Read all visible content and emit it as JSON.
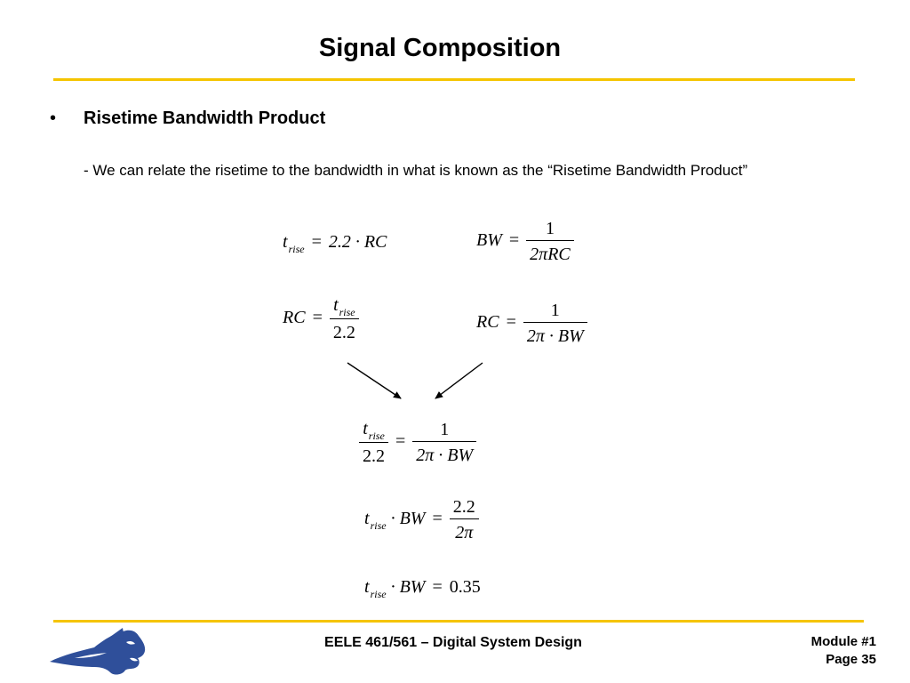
{
  "slide": {
    "title": "Signal Composition",
    "accent_color": "#f5c400"
  },
  "bullet": {
    "marker": "•",
    "heading": "Risetime Bandwidth Product",
    "description": "- We can relate the risetime to the bandwidth in what is known as the “Risetime Bandwidth Product”"
  },
  "equations": {
    "eq1": {
      "lhs_var": "t",
      "lhs_sub": "rise",
      "equals": "=",
      "rhs": "2.2 · RC"
    },
    "eq2": {
      "lhs": "BW",
      "equals": "=",
      "num": "1",
      "den": "2πRC"
    },
    "eq3": {
      "lhs": "RC",
      "equals": "=",
      "num_var": "t",
      "num_sub": "rise",
      "den": "2.2"
    },
    "eq4": {
      "lhs": "RC",
      "equals": "=",
      "num": "1",
      "den": "2π · BW"
    },
    "eq5": {
      "lhs_num_var": "t",
      "lhs_num_sub": "rise",
      "lhs_den": "2.2",
      "equals": "=",
      "rhs_num": "1",
      "rhs_den": "2π · BW"
    },
    "eq6": {
      "lhs_var": "t",
      "lhs_sub": "rise",
      "lhs_tail": "· BW",
      "equals": "=",
      "num": "2.2",
      "den": "2π"
    },
    "eq7": {
      "lhs_var": "t",
      "lhs_sub": "rise",
      "lhs_tail": "· BW",
      "equals": "=",
      "rhs": "0.35"
    }
  },
  "footer": {
    "course": "EELE 461/561 – Digital System Design",
    "module": "Module #1",
    "page": "Page 35",
    "logo_icon": "bobcat-logo",
    "logo_color": "#2f4f9a"
  }
}
